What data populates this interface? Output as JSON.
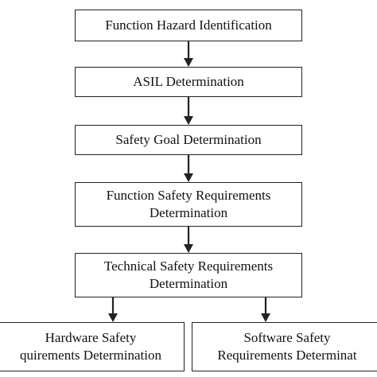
{
  "diagram": {
    "colors": {
      "stroke": "#222222",
      "fill": "#ffffff",
      "text": "#111111"
    },
    "nodes": [
      {
        "id": "n1",
        "lines": [
          "Function Hazard Identification"
        ]
      },
      {
        "id": "n2",
        "lines": [
          "ASIL Determination"
        ]
      },
      {
        "id": "n3",
        "lines": [
          "Safety Goal Determination"
        ]
      },
      {
        "id": "n4",
        "lines": [
          "Function Safety Requirements",
          "Determination"
        ]
      },
      {
        "id": "n5",
        "lines": [
          "Technical Safety Requirements",
          "Determination"
        ]
      },
      {
        "id": "n6",
        "lines": [
          "Hardware Safety",
          "quirements Determination"
        ]
      },
      {
        "id": "n7",
        "lines": [
          "Software Safety",
          "Requirements Determinat"
        ]
      }
    ],
    "edges": [
      {
        "from": "n1",
        "to": "n2"
      },
      {
        "from": "n2",
        "to": "n3"
      },
      {
        "from": "n3",
        "to": "n4"
      },
      {
        "from": "n4",
        "to": "n5"
      },
      {
        "from": "n5",
        "to": "n6"
      },
      {
        "from": "n5",
        "to": "n7"
      }
    ]
  }
}
